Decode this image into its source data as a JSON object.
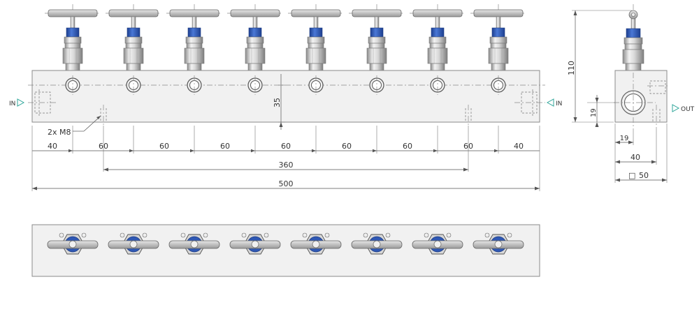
{
  "front_view": {
    "dim_segments": [
      "40",
      "60",
      "60",
      "60",
      "60",
      "60",
      "60",
      "60",
      "40"
    ],
    "dim_overall_holes": "360",
    "dim_overall_length": "500",
    "dim_height": "35",
    "mount_callout": "2x M8",
    "inlet_left_label": "IN",
    "inlet_right_label": "IN",
    "valve_count": 8
  },
  "side_view": {
    "dim_height": "110",
    "dim_port_offset": "19",
    "dim_bottom_offset": "19",
    "dim_width_inner": "40",
    "dim_square": "50",
    "square_symbol": "□",
    "outlet_label": "OUT"
  },
  "top_view": {
    "valve_count": 8
  },
  "colors": {
    "valve_blue": "#2f58b4",
    "port_arrow": "#2fa69a",
    "body_fill": "#f1f1f1"
  }
}
